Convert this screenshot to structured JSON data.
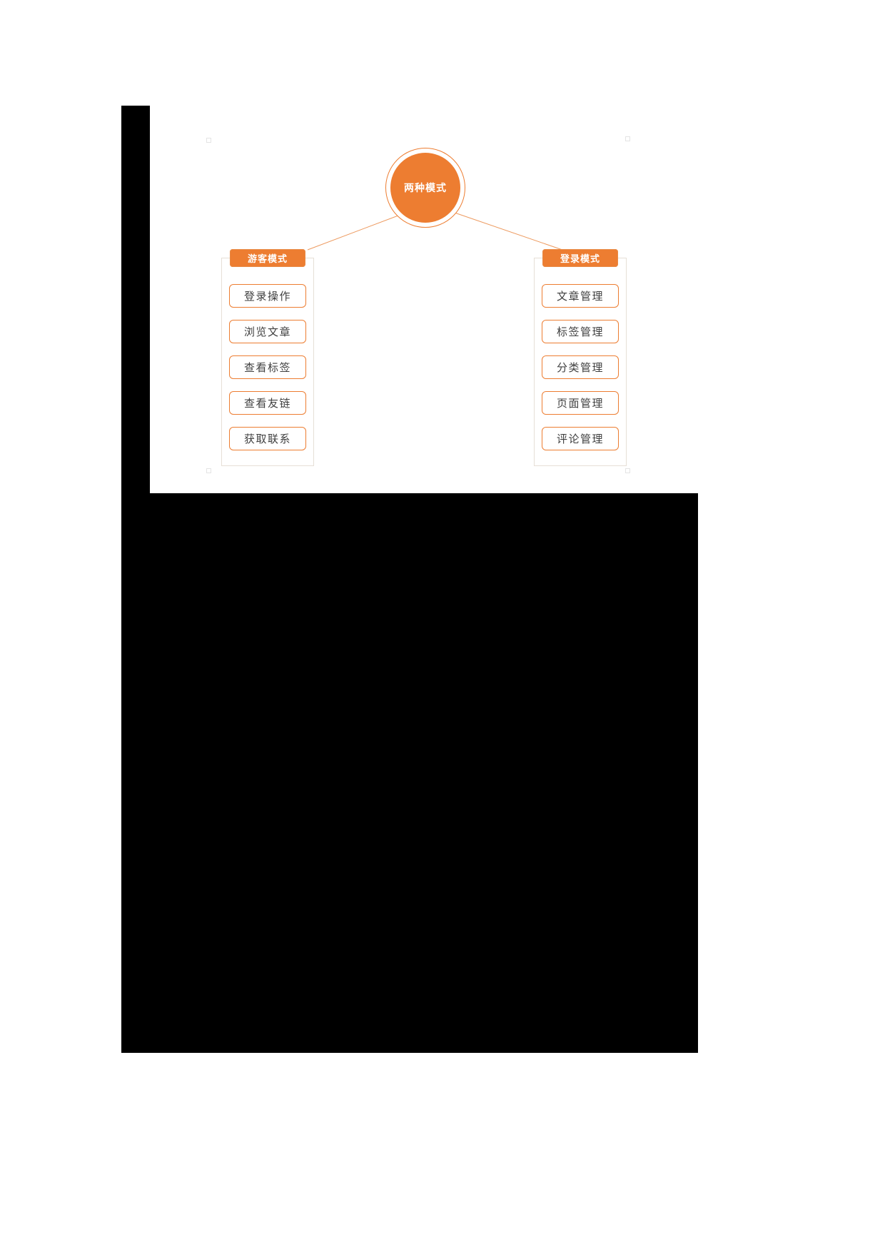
{
  "diagram": {
    "root_label": "两种模式",
    "groups": [
      {
        "title": "游客模式",
        "items": [
          "登录操作",
          "浏览文章",
          "查看标签",
          "查看友链",
          "获取联系"
        ]
      },
      {
        "title": "登录模式",
        "items": [
          "文章管理",
          "标签管理",
          "分类管理",
          "页面管理",
          "评论管理"
        ]
      }
    ],
    "colors": {
      "accent_orange": "#ED7D31",
      "connector_orange": "#ED9A5F",
      "item_text": "#3F3F3F",
      "container_border": "#E6DFD6",
      "redaction": "#000000"
    }
  }
}
